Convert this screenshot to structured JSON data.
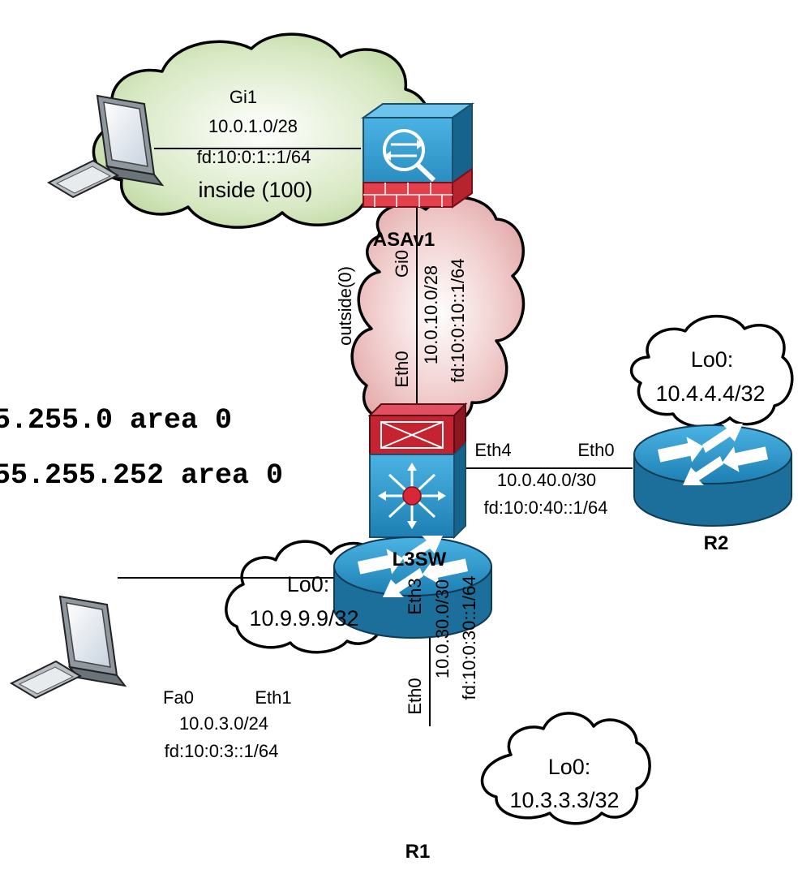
{
  "devices": {
    "asa": {
      "name": "ASAv1"
    },
    "l3sw": {
      "name": "L3SW"
    },
    "r1": {
      "name": "R1"
    },
    "r2": {
      "name": "R2"
    }
  },
  "links": {
    "pc1_asa": {
      "iface": "Gi1",
      "ipv4": "10.0.1.0/28",
      "ipv6": "fd:10:0:1::1/64",
      "zone": "inside (100)"
    },
    "asa_l3sw": {
      "asa_iface": "Gi0",
      "sw_iface": "Eth0",
      "ipv4": "10.0.10.0/28",
      "ipv6": "fd:10:0:10::1/64",
      "zone": "outside(0)"
    },
    "l3sw_r2": {
      "sw_iface": "Eth4",
      "r2_iface": "Eth0",
      "ipv4": "10.0.40.0/30",
      "ipv6": "fd:10:0:40::1/64"
    },
    "l3sw_r1": {
      "sw_iface": "Eth3",
      "r1_iface": "Eth0",
      "ipv4": "10.0.30.0/30",
      "ipv6": "fd:10:0:30::1/64"
    },
    "pc2_r1": {
      "pc_iface": "Fa0",
      "r1_iface": "Eth1",
      "ipv4": "10.0.3.0/24",
      "ipv6": "fd:10:0:3::1/64"
    }
  },
  "loopbacks": {
    "r2": {
      "name": "Lo0:",
      "addr": "10.4.4.4/32"
    },
    "l3sw": {
      "name": "Lo0:",
      "addr": "10.9.9.9/32"
    },
    "r1": {
      "name": "Lo0:",
      "addr": "10.3.3.3/32"
    }
  },
  "config_lines": [
    "5.255.0 area 0",
    "55.255.252 area 0"
  ],
  "colors": {
    "inside_cloud": "#d4e6bf",
    "outside_cloud": "#efc9c9",
    "device_blue": "#2a8fc1",
    "device_blue_dark": "#1c6f9a",
    "firewall_red": "#e2404a",
    "switch_red": "#c4232f",
    "switch_dot": "#d9263a"
  }
}
